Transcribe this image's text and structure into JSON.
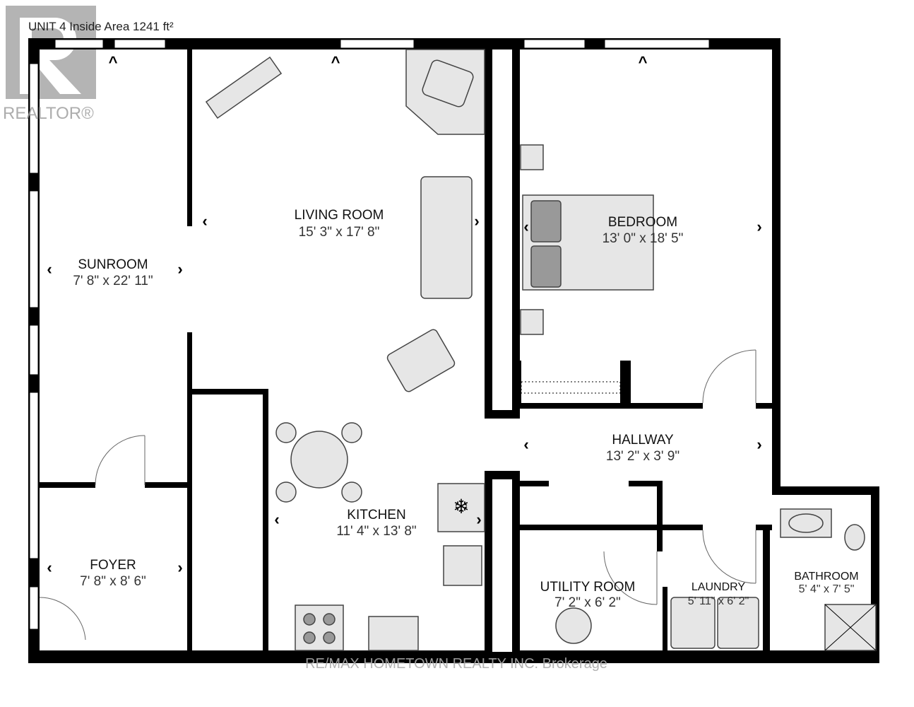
{
  "header": {
    "title": "UNIT 4 Inside Area 1241 ft²"
  },
  "logo": {
    "text": "REALTOR®"
  },
  "watermark": "RE/MAX HOMETOWN REALTY INC. Brokerage",
  "rooms": [
    {
      "name": "LIVING ROOM",
      "size": "15' 3\" x 17' 8\""
    },
    {
      "name": "SUNROOM",
      "size": "7' 8\" x 22' 11\""
    },
    {
      "name": "BEDROOM",
      "size": "13' 0\" x 18' 5\""
    },
    {
      "name": "HALLWAY",
      "size": "13' 2\" x 3' 9\""
    },
    {
      "name": "KITCHEN",
      "size": "11' 4\" x 13' 8\""
    },
    {
      "name": "FOYER",
      "size": "7' 8\" x 8' 6\""
    },
    {
      "name": "UTILITY ROOM",
      "size": "7' 2\" x 6' 2\""
    },
    {
      "name": "LAUNDRY",
      "size": "5' 11\" x 6' 2\""
    },
    {
      "name": "BATHROOM",
      "size": "5' 4\" x 7' 5\""
    }
  ],
  "colors": {
    "wall": "#000000",
    "furniture": "#e6e6e6",
    "logo": "#9a9a9a"
  }
}
